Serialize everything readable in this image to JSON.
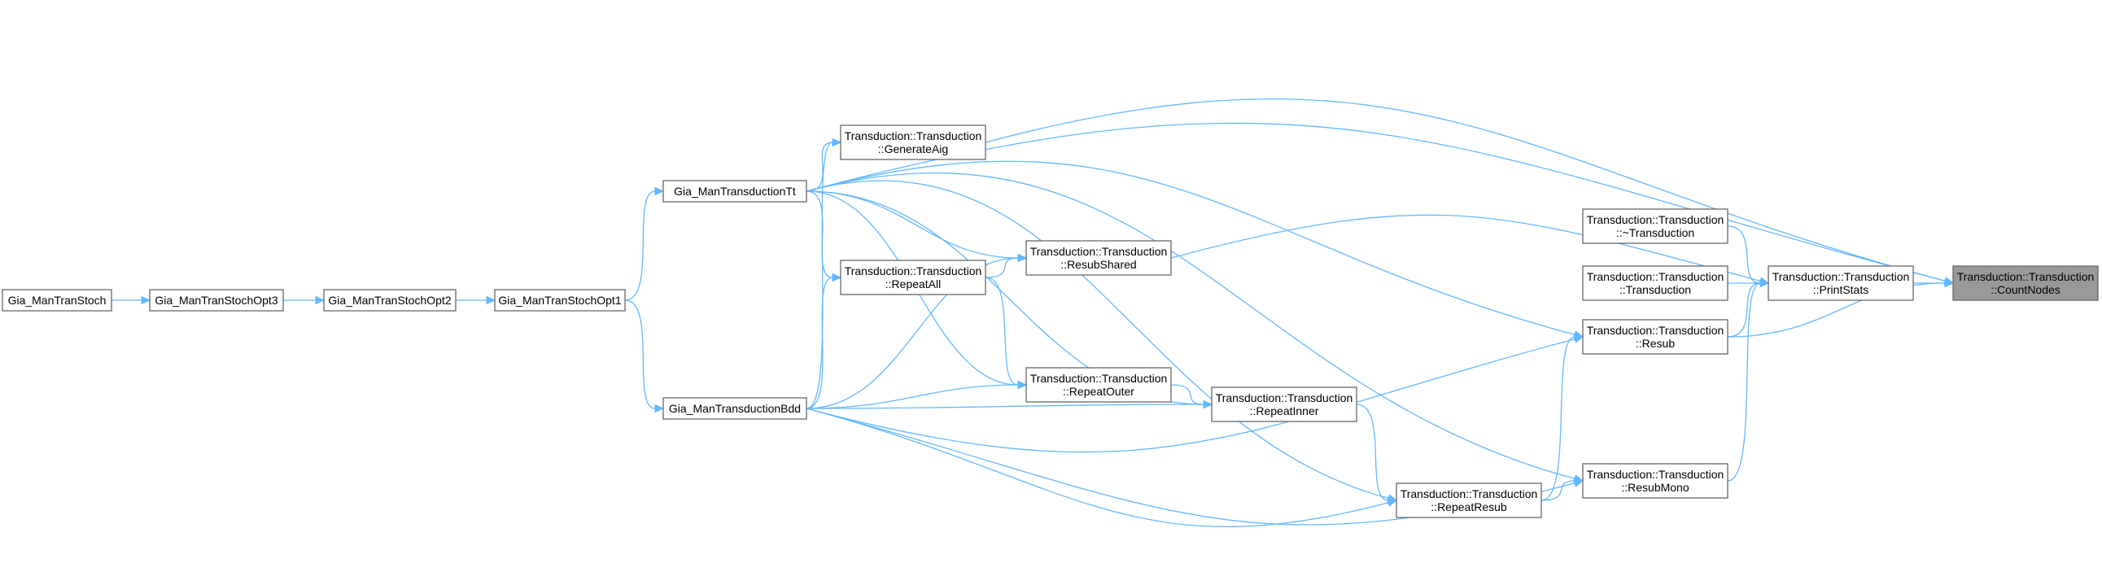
{
  "graph": {
    "nodes": [
      {
        "id": "count_nodes",
        "lines": [
          "Transduction::Transduction",
          "::CountNodes"
        ],
        "highlight": true
      },
      {
        "id": "print_stats",
        "lines": [
          "Transduction::Transduction",
          "::PrintStats"
        ]
      },
      {
        "id": "destructor",
        "lines": [
          "Transduction::Transduction",
          "::~Transduction"
        ]
      },
      {
        "id": "constructor",
        "lines": [
          "Transduction::Transduction",
          "::Transduction"
        ]
      },
      {
        "id": "resub",
        "lines": [
          "Transduction::Transduction",
          "::Resub"
        ]
      },
      {
        "id": "resub_mono",
        "lines": [
          "Transduction::Transduction",
          "::ResubMono"
        ]
      },
      {
        "id": "repeat_resub",
        "lines": [
          "Transduction::Transduction",
          "::RepeatResub"
        ]
      },
      {
        "id": "repeat_inner",
        "lines": [
          "Transduction::Transduction",
          "::RepeatInner"
        ]
      },
      {
        "id": "repeat_outer",
        "lines": [
          "Transduction::Transduction",
          "::RepeatOuter"
        ]
      },
      {
        "id": "resub_shared",
        "lines": [
          "Transduction::Transduction",
          "::ResubShared"
        ]
      },
      {
        "id": "repeat_all",
        "lines": [
          "Transduction::Transduction",
          "::RepeatAll"
        ]
      },
      {
        "id": "generate_aig",
        "lines": [
          "Transduction::Transduction",
          "::GenerateAig"
        ]
      },
      {
        "id": "gia_tt",
        "lines": [
          "Gia_ManTransductionTt"
        ]
      },
      {
        "id": "gia_bdd",
        "lines": [
          "Gia_ManTransductionBdd"
        ]
      },
      {
        "id": "gia_opt1",
        "lines": [
          "Gia_ManTranStochOpt1"
        ]
      },
      {
        "id": "gia_opt2",
        "lines": [
          "Gia_ManTranStochOpt2"
        ]
      },
      {
        "id": "gia_opt3",
        "lines": [
          "Gia_ManTranStochOpt3"
        ]
      },
      {
        "id": "gia_stoch",
        "lines": [
          "Gia_ManTranStoch"
        ]
      }
    ],
    "edges": [
      {
        "from": "print_stats",
        "to": "count_nodes"
      },
      {
        "from": "resub",
        "to": "count_nodes"
      },
      {
        "from": "gia_tt",
        "to": "count_nodes"
      },
      {
        "from": "generate_aig",
        "to": "count_nodes"
      },
      {
        "from": "destructor",
        "to": "print_stats"
      },
      {
        "from": "constructor",
        "to": "print_stats"
      },
      {
        "from": "resub",
        "to": "print_stats"
      },
      {
        "from": "resub_mono",
        "to": "print_stats"
      },
      {
        "from": "resub_shared",
        "to": "print_stats"
      },
      {
        "from": "repeat_resub",
        "to": "resub"
      },
      {
        "from": "gia_bdd",
        "to": "resub"
      },
      {
        "from": "gia_tt",
        "to": "resub"
      },
      {
        "from": "repeat_resub",
        "to": "resub_mono"
      },
      {
        "from": "gia_bdd",
        "to": "resub_mono"
      },
      {
        "from": "gia_tt",
        "to": "resub_mono"
      },
      {
        "from": "repeat_inner",
        "to": "repeat_resub"
      },
      {
        "from": "gia_bdd",
        "to": "repeat_resub"
      },
      {
        "from": "gia_tt",
        "to": "repeat_resub"
      },
      {
        "from": "repeat_outer",
        "to": "repeat_inner"
      },
      {
        "from": "gia_bdd",
        "to": "repeat_inner"
      },
      {
        "from": "gia_tt",
        "to": "repeat_inner"
      },
      {
        "from": "repeat_all",
        "to": "repeat_outer"
      },
      {
        "from": "gia_bdd",
        "to": "repeat_outer"
      },
      {
        "from": "gia_tt",
        "to": "repeat_outer"
      },
      {
        "from": "repeat_all",
        "to": "resub_shared"
      },
      {
        "from": "gia_bdd",
        "to": "resub_shared"
      },
      {
        "from": "gia_tt",
        "to": "resub_shared"
      },
      {
        "from": "gia_bdd",
        "to": "repeat_all"
      },
      {
        "from": "gia_tt",
        "to": "repeat_all"
      },
      {
        "from": "gia_bdd",
        "to": "generate_aig"
      },
      {
        "from": "gia_tt",
        "to": "generate_aig"
      },
      {
        "from": "gia_opt1",
        "to": "gia_tt"
      },
      {
        "from": "gia_opt1",
        "to": "gia_bdd"
      },
      {
        "from": "gia_opt2",
        "to": "gia_opt1"
      },
      {
        "from": "gia_opt3",
        "to": "gia_opt2"
      },
      {
        "from": "gia_stoch",
        "to": "gia_opt3"
      }
    ]
  }
}
